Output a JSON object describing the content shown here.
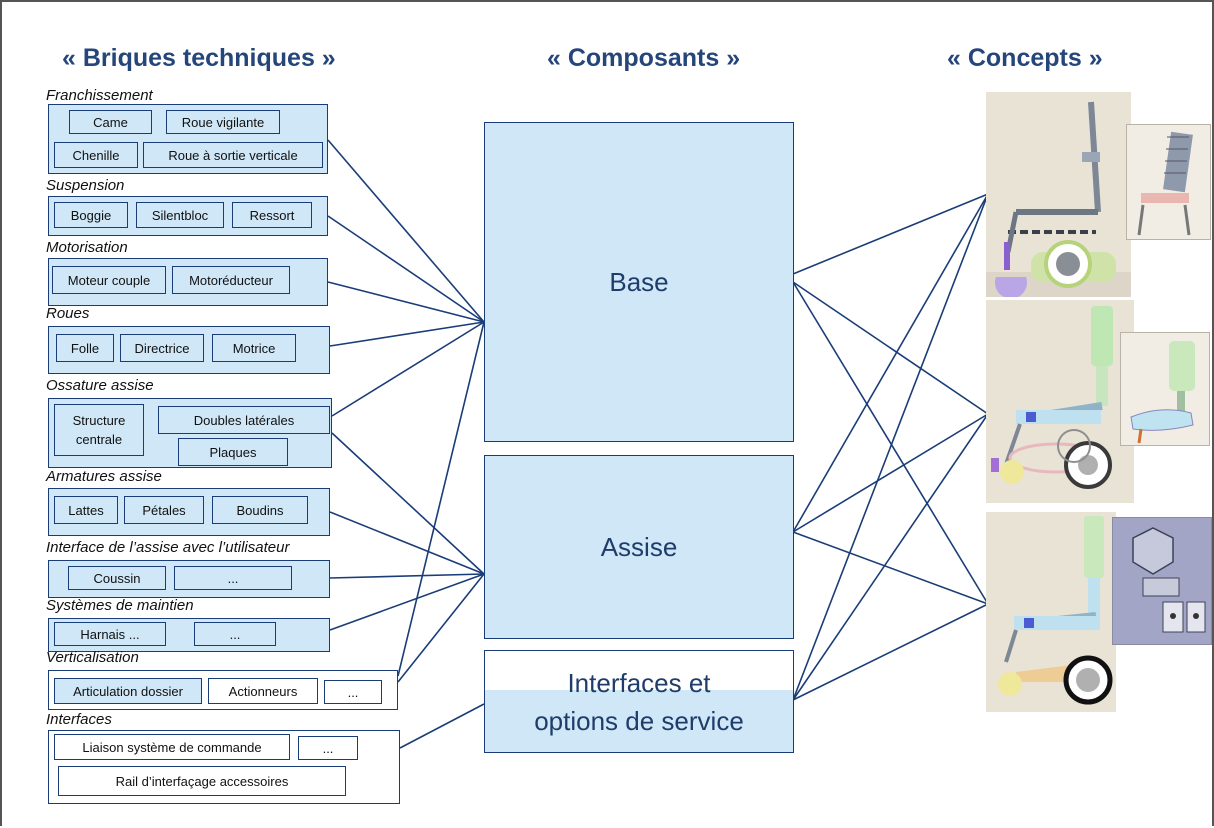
{
  "headers": {
    "bricks": "« Briques techniques »",
    "components": "« Composants »",
    "concepts": "« Concepts »"
  },
  "bricks": {
    "franchissement": {
      "title": "Franchissement",
      "items": [
        "Came",
        "Roue vigilante",
        "Chenille",
        "Roue à sortie verticale"
      ]
    },
    "suspension": {
      "title": "Suspension",
      "items": [
        "Boggie",
        "Silentbloc",
        "Ressort"
      ]
    },
    "motorisation": {
      "title": "Motorisation",
      "items": [
        "Moteur couple",
        "Motoréducteur"
      ]
    },
    "roues": {
      "title": "Roues",
      "items": [
        "Folle",
        "Directrice",
        "Motrice"
      ]
    },
    "ossature": {
      "title": "Ossature assise",
      "items": [
        "Structure\ncentrale",
        "Doubles latérales",
        "Plaques"
      ]
    },
    "armatures": {
      "title": "Armatures assise",
      "items": [
        "Lattes",
        "Pétales",
        "Boudins"
      ]
    },
    "interface_user": {
      "title": "Interface de l’assise avec l’utilisateur",
      "items": [
        "Coussin",
        "..."
      ]
    },
    "maintien": {
      "title": "Systèmes de maintien",
      "items": [
        "Harnais ...",
        "..."
      ]
    },
    "verticalisation": {
      "title": "Verticalisation",
      "items": [
        "Articulation dossier",
        "Actionneurs",
        "..."
      ]
    },
    "interfaces": {
      "title": "Interfaces",
      "items": [
        "Liaison système de commande",
        "...",
        "Rail d’interfaçage accessoires"
      ]
    }
  },
  "components": {
    "base": "Base",
    "assise": "Assise",
    "interfaces": "Interfaces et\noptions de service"
  },
  "colors": {
    "header": "#25467a",
    "box_fill": "#cfe7f7",
    "border": "#1a3d78",
    "wire": "#1a3d78"
  },
  "icons": {
    "concept_1": "wheelchair-render-icon",
    "concept_2": "wheelchair-render-icon",
    "concept_3": "wheelchair-render-icon"
  }
}
